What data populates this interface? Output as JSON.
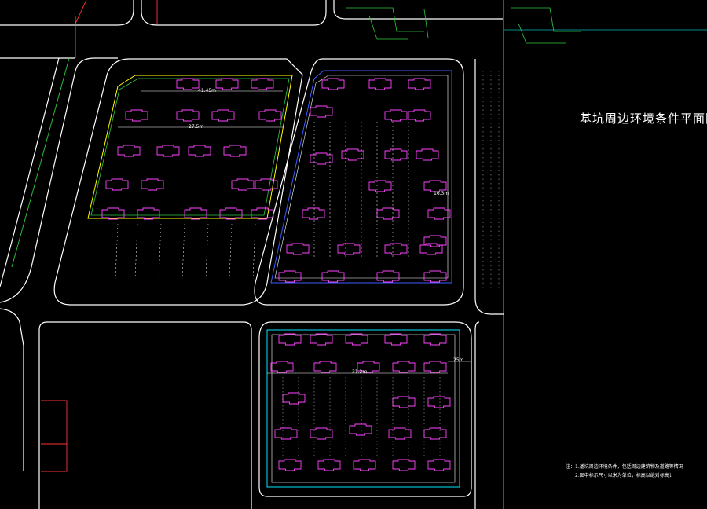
{
  "drawing": {
    "title": "基坑周边环境条件平面图",
    "notes": [
      "注：1.基坑周边环境条件，包括周边建筑物及道路等情况",
      "2.图中标示尺寸以米为单位，标高以绝对标高计"
    ]
  },
  "labels": {
    "dim_top_lot": "27.5m",
    "dim_top_lot_upper": "41.45m",
    "dim_bottom_lot": "31.2m",
    "dim_right": "25m",
    "dim_mid": "16.3m"
  },
  "colors": {
    "background": "#000000",
    "road": "#ffffff",
    "frame": "#00b4b4",
    "lot_boundary": "#ffff00",
    "building": "#ff44ff",
    "greenline": "#2ecc40",
    "redline": "#ff3030",
    "blueline": "#3a5bff",
    "dim": "#00e5ff"
  }
}
